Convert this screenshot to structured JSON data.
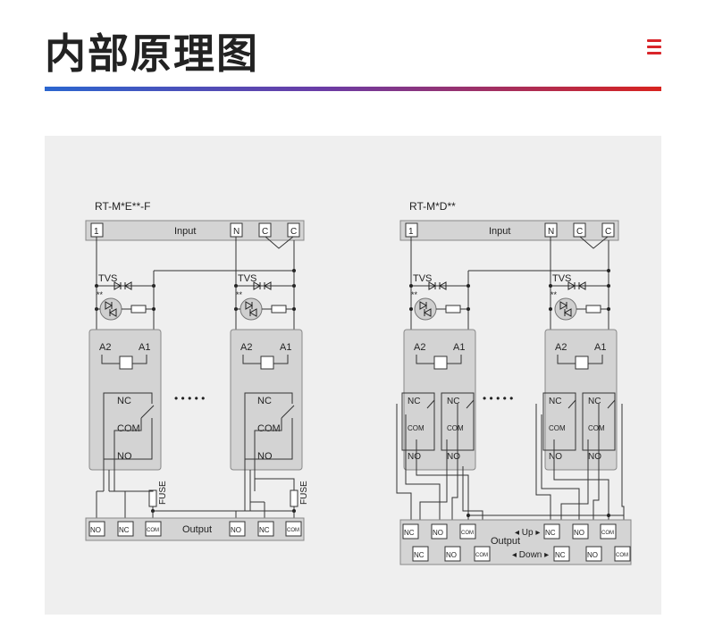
{
  "header": {
    "title": "内部原理图",
    "menu_icon": "hamburger-menu-icon",
    "accent": "#d9252a"
  },
  "left": {
    "model": "RT-M*E**-F",
    "input_label": "Input",
    "terminals": [
      "1",
      "N",
      "C",
      "C"
    ],
    "tvs": "TVS",
    "led": "**",
    "coil": [
      "A2",
      "A1"
    ],
    "contacts": [
      "NC",
      "COM",
      "NO"
    ],
    "ellipsis": "• • • • •",
    "fuse": "FUSE",
    "output_label": "Output",
    "out_terminals": [
      "NO",
      "NC",
      "COM",
      "NO",
      "NC",
      "COM"
    ]
  },
  "right": {
    "model": "RT-M*D**",
    "input_label": "Input",
    "terminals": [
      "1",
      "N",
      "C",
      "C"
    ],
    "tvs": "TVS",
    "led": "**",
    "coil": [
      "A2",
      "A1"
    ],
    "contacts": [
      "NC",
      "COM",
      "NO"
    ],
    "ellipsis": "• • • • •",
    "output_label": "Output",
    "up_label": "◂ Up ▸",
    "down_label": "◂ Down ▸",
    "top_terminals": [
      "NC",
      "NO",
      "COM",
      "NC",
      "NO",
      "COM"
    ],
    "bottom_terminals": [
      "NC",
      "NO",
      "COM",
      "NC",
      "NO",
      "COM"
    ]
  }
}
